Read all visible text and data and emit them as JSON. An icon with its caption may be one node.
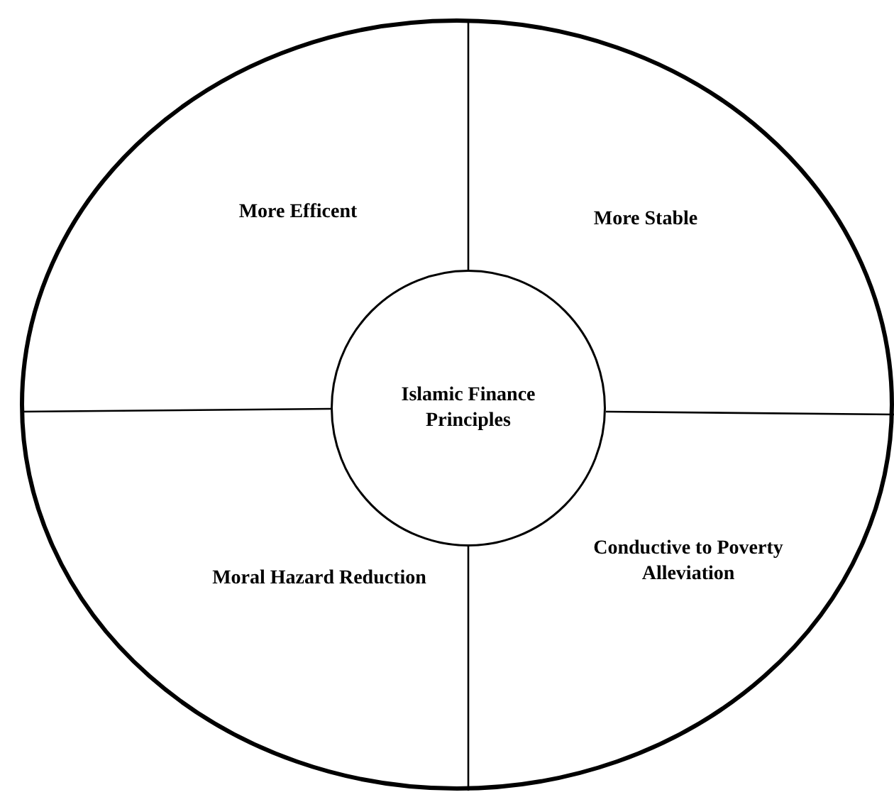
{
  "diagram": {
    "nodes": [
      {
        "text": [],
        "shape": "circle"
      },
      {
        "text": [
          "Islamic Finance Principles"
        ],
        "in": 0
      }
    ],
    "labels": [
      "More Efficent",
      "More Stable",
      "Moral Hazard Reduction",
      "Conductive to Poverty Alleviation"
    ]
  }
}
